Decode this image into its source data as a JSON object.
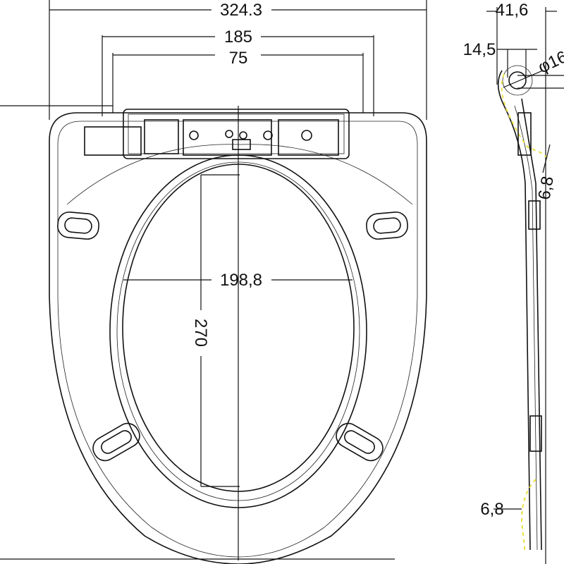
{
  "dimensions": {
    "overall_width": "324.3",
    "hinge_outer": "185",
    "hinge_inner": "75",
    "opening_width": "198,8",
    "opening_length": "270",
    "side_depth": "41,6",
    "hinge_offset": "14,5",
    "hinge_diameter": "φ16",
    "lid_thickness_top": "6,8",
    "lid_thickness_bottom": "6,8"
  },
  "colors": {
    "line": "#111111",
    "hatch": "#e8e040"
  }
}
